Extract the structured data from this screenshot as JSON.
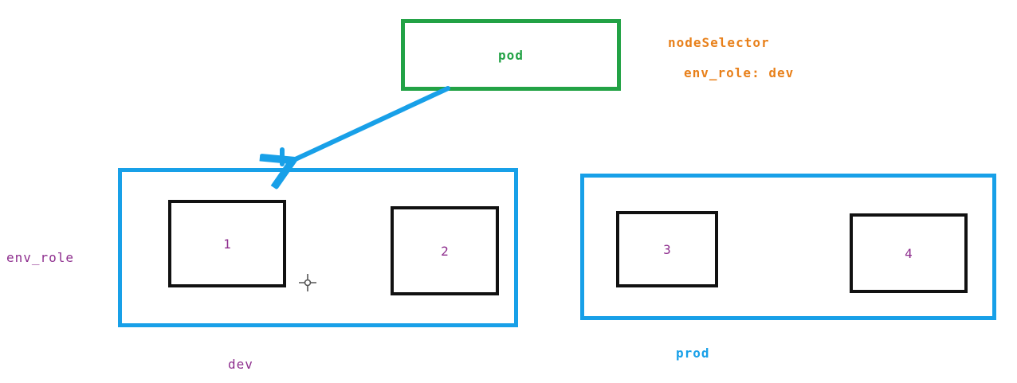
{
  "pod": {
    "label": "pod"
  },
  "annotation": {
    "line1": "nodeSelector",
    "line2": "env_role: dev"
  },
  "labels": {
    "env_role": "env_role"
  },
  "groups": {
    "dev": {
      "label": "dev",
      "nodes": [
        "1",
        "2"
      ]
    },
    "prod": {
      "label": "prod",
      "nodes": [
        "3",
        "4"
      ]
    }
  },
  "icons": {
    "arrow": "arrow-pod-to-dev-group",
    "cursor": "crosshair-cursor"
  },
  "colors": {
    "green": "#22a245",
    "blue": "#18a0e8",
    "orange": "#e8801a",
    "purple": "#8e2e8e",
    "ink": "#111111"
  }
}
